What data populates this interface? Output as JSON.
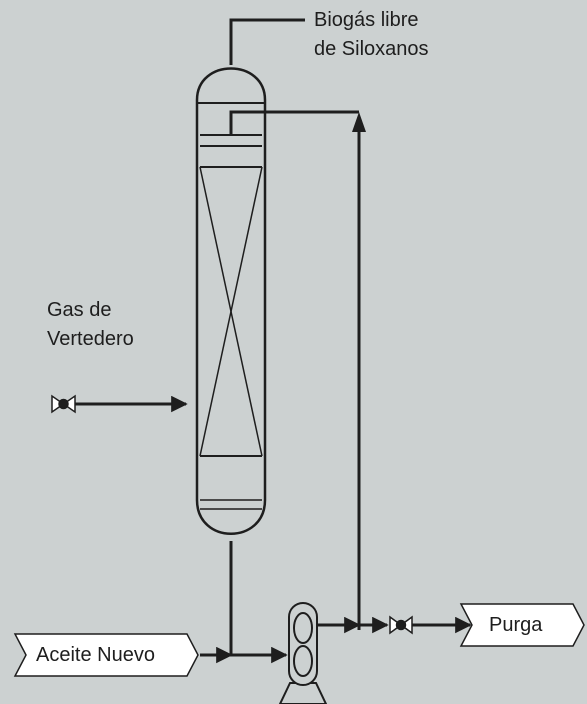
{
  "diagram": {
    "labels": {
      "output_top_line1": "Biogás libre",
      "output_top_line2": "de Siloxanos",
      "input_gas_line1": "Gas de",
      "input_gas_line2": "Vertedero",
      "fresh_oil": "Aceite Nuevo",
      "purge": "Purga"
    },
    "colors": {
      "background": "#ccd1d1",
      "line": "#1e1e1e",
      "vessel_fill": "#ccd1d1",
      "tag_fill": "#ffffff"
    },
    "icons": {
      "valve": "bowtie-valve-icon",
      "pump": "pump-icon",
      "arrow": "flow-arrow-icon"
    }
  }
}
